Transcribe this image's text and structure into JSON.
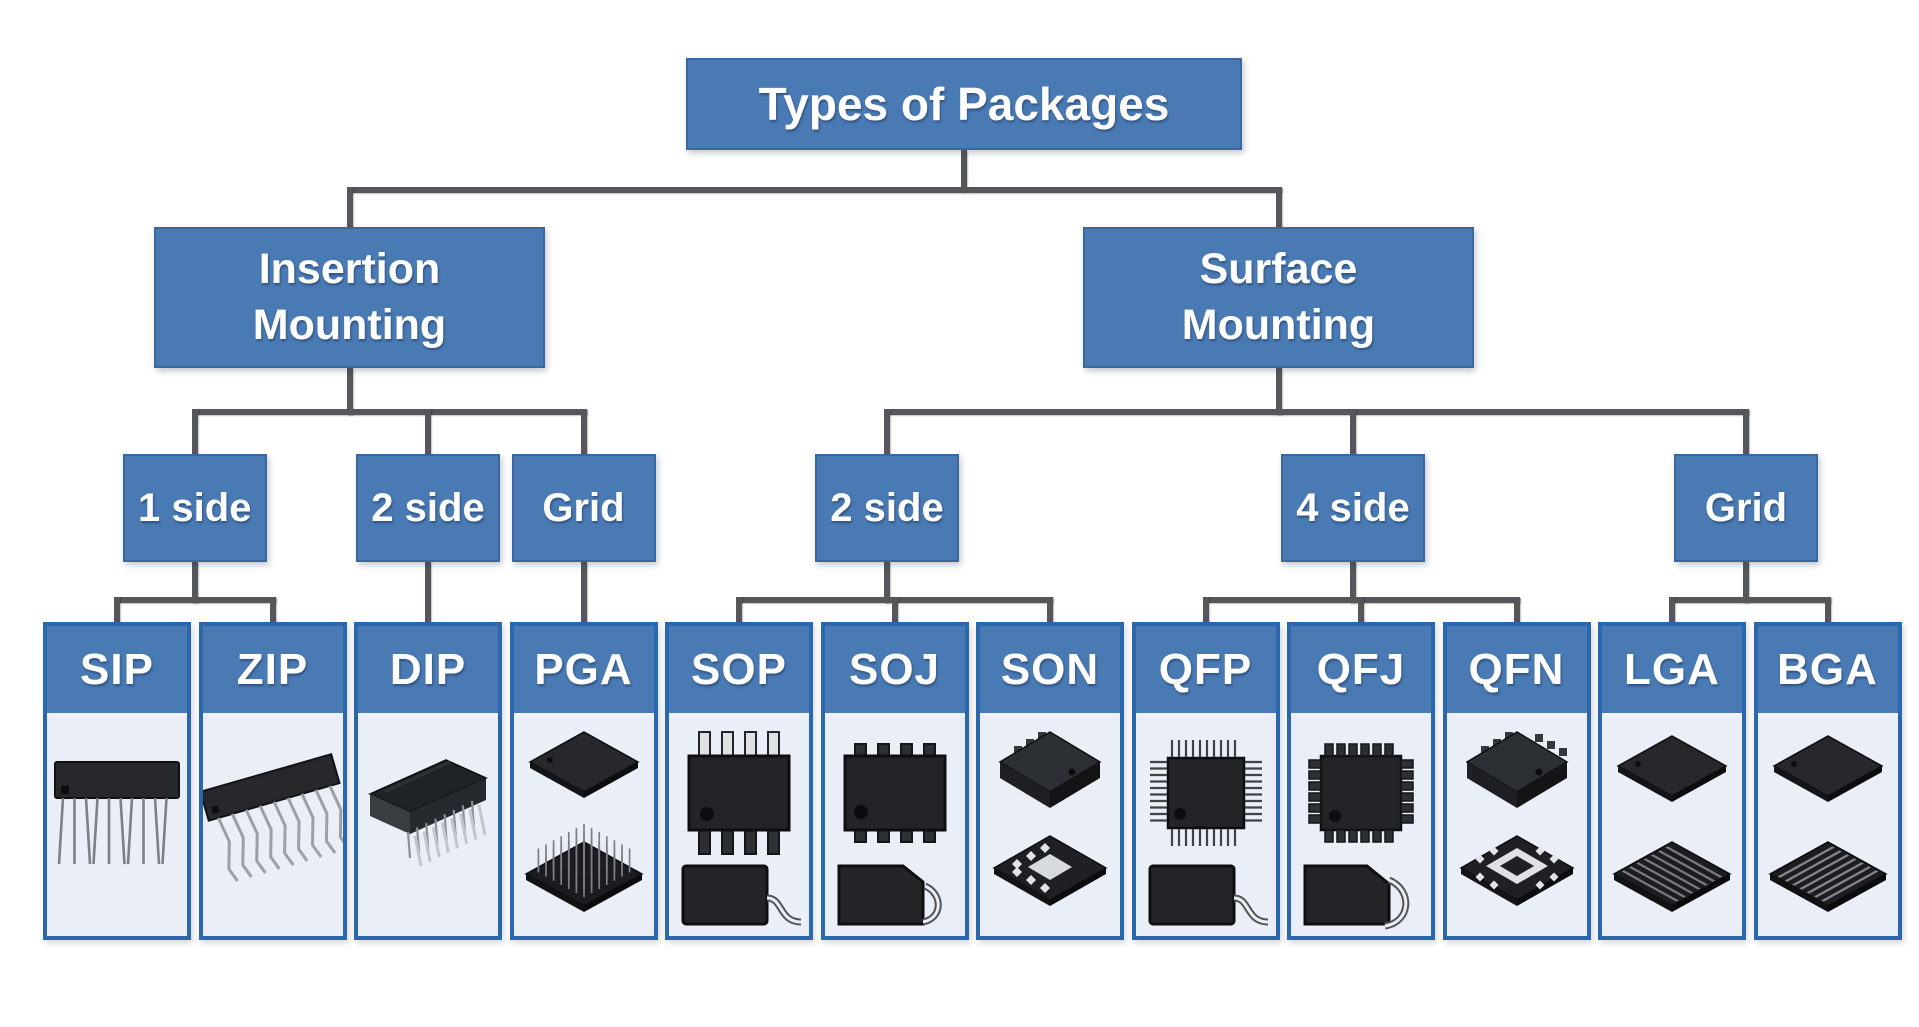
{
  "title": {
    "label": "Types of Packages"
  },
  "level2": [
    {
      "id": "insertion-mounting",
      "label": "Insertion\nMounting"
    },
    {
      "id": "surface-mounting",
      "label": "Surface\nMounting"
    }
  ],
  "groups": [
    {
      "id": "insertion-1-side",
      "label": "1 side",
      "parent": "insertion-mounting",
      "children": [
        "SIP",
        "ZIP"
      ]
    },
    {
      "id": "insertion-2-side",
      "label": "2 side",
      "parent": "insertion-mounting",
      "children": [
        "DIP"
      ]
    },
    {
      "id": "insertion-grid",
      "label": "Grid",
      "parent": "insertion-mounting",
      "children": [
        "PGA"
      ]
    },
    {
      "id": "surface-2-side",
      "label": "2 side",
      "parent": "surface-mounting",
      "children": [
        "SOP",
        "SOJ",
        "SON"
      ]
    },
    {
      "id": "surface-4-side",
      "label": "4 side",
      "parent": "surface-mounting",
      "children": [
        "QFP",
        "QFJ",
        "QFN"
      ]
    },
    {
      "id": "surface-grid",
      "label": "Grid",
      "parent": "surface-mounting",
      "children": [
        "LGA",
        "BGA"
      ]
    }
  ],
  "packages": [
    {
      "id": "sip",
      "label": "SIP",
      "icon": "sip-package-art"
    },
    {
      "id": "zip",
      "label": "ZIP",
      "icon": "zip-package-art"
    },
    {
      "id": "dip",
      "label": "DIP",
      "icon": "dip-package-art"
    },
    {
      "id": "pga",
      "label": "PGA",
      "icon": "pga-package-art"
    },
    {
      "id": "sop",
      "label": "SOP",
      "icon": "sop-package-art"
    },
    {
      "id": "soj",
      "label": "SOJ",
      "icon": "soj-package-art"
    },
    {
      "id": "son",
      "label": "SON",
      "icon": "son-package-art"
    },
    {
      "id": "qfp",
      "label": "QFP",
      "icon": "qfp-package-art"
    },
    {
      "id": "qfj",
      "label": "QFJ",
      "icon": "qfj-package-art"
    },
    {
      "id": "qfn",
      "label": "QFN",
      "icon": "qfn-package-art"
    },
    {
      "id": "lga",
      "label": "LGA",
      "icon": "lga-package-art"
    },
    {
      "id": "bga",
      "label": "BGA",
      "icon": "bga-package-art"
    }
  ],
  "colors": {
    "background": "#ffffff",
    "node_fill": "#4a7ab4",
    "node_border": "#3a689e",
    "node_text": "#ffffff",
    "connector": "#55575a",
    "card_border": "#2a67ad",
    "card_body_bg": "#e9eef7"
  }
}
